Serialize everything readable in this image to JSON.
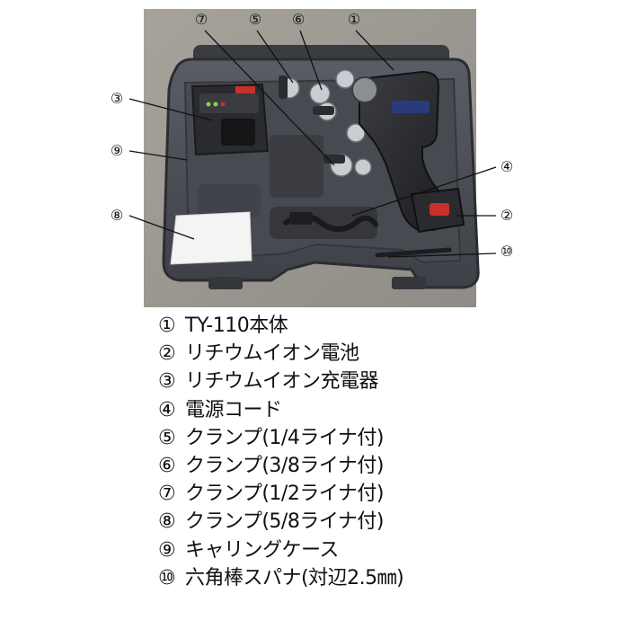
{
  "callouts": [
    "⑦",
    "⑤",
    "⑥",
    "①",
    "③",
    "⑨",
    "⑧",
    "④",
    "②",
    "⑩"
  ],
  "legend": [
    {
      "num": "①",
      "text": "TY-110本体"
    },
    {
      "num": "②",
      "text": "リチウムイオン電池"
    },
    {
      "num": "③",
      "text": "リチウムイオン充電器"
    },
    {
      "num": "④",
      "text": "電源コード"
    },
    {
      "num": "⑤",
      "text": "クランプ(1/4ライナ付)"
    },
    {
      "num": "⑥",
      "text": "クランプ(3/8ライナ付)"
    },
    {
      "num": "⑦",
      "text": "クランプ(1/2ライナ付)"
    },
    {
      "num": "⑧",
      "text": "クランプ(5/8ライナ付)"
    },
    {
      "num": "⑨",
      "text": "キャリングケース"
    },
    {
      "num": "⑩",
      "text": "六角棒スパナ(対辺2.5㎜)"
    }
  ],
  "colors": {
    "case": "#4a4d55",
    "case_dark": "#2c2e33",
    "floor": "#9b9890",
    "battery_red": "#c8312a",
    "charger_light": "#8fcf4a"
  }
}
